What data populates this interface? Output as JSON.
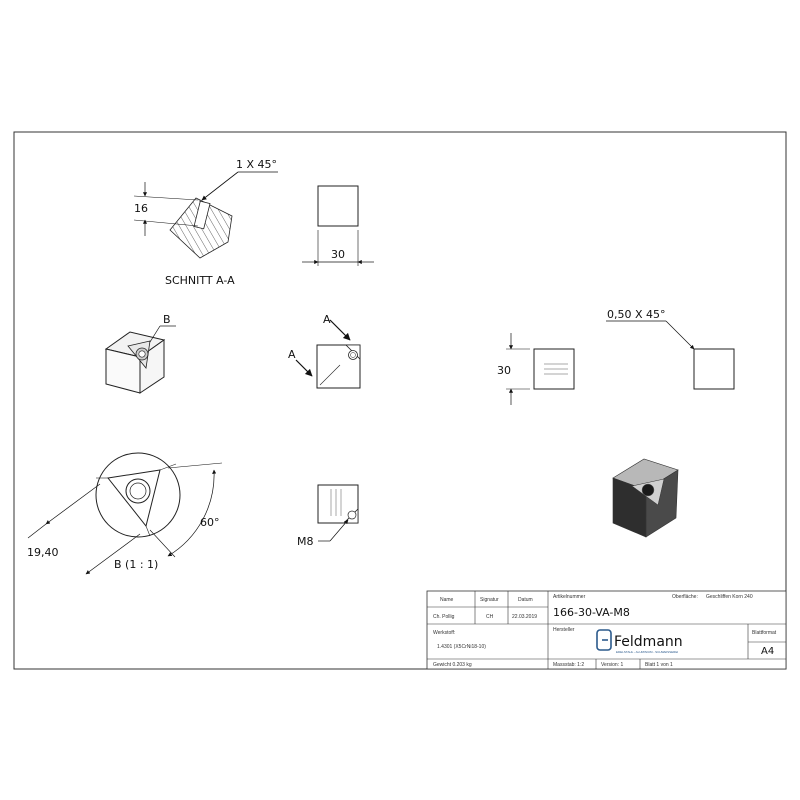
{
  "drawing": {
    "section_label": "SCHNITT A-A",
    "chamfer_top": "1 X 45°",
    "depth_dim": "16",
    "width_dim_top": "30",
    "detail_ref": "B",
    "section_mark_a": "A",
    "height_dim": "30",
    "chamfer_right": "0,50 X 45°",
    "angle_dim": "60°",
    "dia_dim": "19,40",
    "detail_label": "B (1 : 1)",
    "thread_label": "M8"
  },
  "title_block": {
    "hdr_name": "Name",
    "hdr_signature": "Signatur",
    "hdr_date": "Datum",
    "name": "Ch. Pollig",
    "signature": "CH",
    "date": "22.03.2019",
    "article_label": "Artikelnummer",
    "article_number": "166-30-VA-M8",
    "surface_label": "Oberfläche:",
    "surface_value": "Geschliffen Korn 240",
    "maker_label": "Hersteller",
    "material_label": "Werkstoff:",
    "material_value": "1.4301 (X5CrNi18-10)",
    "weight": "Gewicht 0.203 kg",
    "scale": "Massstab: 1:2",
    "version": "Version: 1",
    "sheet": "Blatt 1 von 1",
    "format_label": "Blattformat",
    "format_value": "A4",
    "logo_text": "Feldmann",
    "logo_sub": "EDELSTAHL - ALUMINIUM - SCHWEISSEREI",
    "brand_color": "#2b5a8c"
  }
}
